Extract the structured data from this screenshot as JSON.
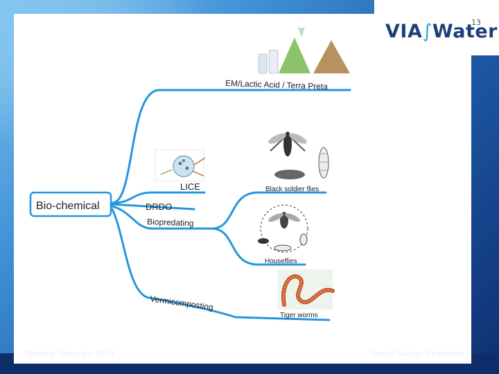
{
  "slide": {
    "page_number": "13"
  },
  "logo": {
    "left": "VIA",
    "separator": "∫",
    "right": "Water"
  },
  "mindmap": {
    "root": "Bio-chemical",
    "branches": [
      "EM/Lactic Acid / Terra Preta",
      "LICE",
      "DRDO",
      "Biopredating",
      "Vermicomposting"
    ],
    "sub_branches": [
      "Black soldier flies",
      "Houseflies"
    ],
    "image_captions": [
      "Tiger worms"
    ]
  },
  "footer": {
    "left": "Webinar February 2016",
    "right": "Faecal Sludge Treatment"
  }
}
